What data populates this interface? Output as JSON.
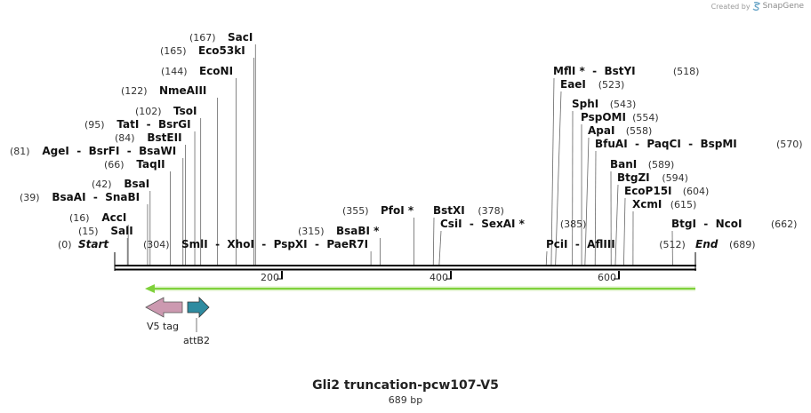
{
  "credit": {
    "text": "Created by",
    "brand": "SnapGene",
    "icon": "snapgene-logo-icon"
  },
  "title": "Gli2 truncation-pcw107-V5",
  "subtitle": "689 bp",
  "sequence": {
    "length": 689,
    "start_label": "Start",
    "start_pos": "(0)",
    "end_label": "End",
    "end_pos": "(689)"
  },
  "ruler_ticks": [
    "200",
    "400",
    "600"
  ],
  "colors": {
    "orf_arrow": "#7fd13b",
    "v5_tag": "#cc99b0",
    "attB2": "#2e8ba0",
    "backbone": "#000000"
  },
  "sites": [
    {
      "pos": "(15)",
      "names": "SalI"
    },
    {
      "pos": "(16)",
      "names": "AccI"
    },
    {
      "pos": "(39)",
      "names": "BsaAI  -  SnaBI"
    },
    {
      "pos": "(42)",
      "names": "BsaI"
    },
    {
      "pos": "(66)",
      "names": "TaqII"
    },
    {
      "pos": "(81)",
      "names": "AgeI  -  BsrFI  -  BsaWI"
    },
    {
      "pos": "(84)",
      "names": "BstEII"
    },
    {
      "pos": "(95)",
      "names": "TatI  -  BsrGI"
    },
    {
      "pos": "(102)",
      "names": "TsoI"
    },
    {
      "pos": "(122)",
      "names": "NmeAIII"
    },
    {
      "pos": "(144)",
      "names": "EcoNI"
    },
    {
      "pos": "(165)",
      "names": "Eco53kI"
    },
    {
      "pos": "(167)",
      "names": "SacI"
    },
    {
      "pos": "(304)",
      "names": "SmlI  -  XhoI  -  PspXI  -  PaeR7I"
    },
    {
      "pos": "(315)",
      "names": "BsaBI *"
    },
    {
      "pos": "(355)",
      "names": "PfoI *"
    },
    {
      "pos": "(378)",
      "names": "BstXI"
    },
    {
      "pos": "(385)",
      "names": "CsiI  -  SexAI *"
    },
    {
      "pos": "(518)",
      "names": "MflI *  -  BstYI"
    },
    {
      "pos": "(523)",
      "names": "EaeI"
    },
    {
      "pos": "(543)",
      "names": "SphI"
    },
    {
      "pos": "(554)",
      "names": "PspOMI"
    },
    {
      "pos": "(558)",
      "names": "ApaI"
    },
    {
      "pos": "(570)",
      "names": "BfuAI  -  PaqCI  -  BspMI"
    },
    {
      "pos": "(589)",
      "names": "BanI"
    },
    {
      "pos": "(594)",
      "names": "BtgZI"
    },
    {
      "pos": "(604)",
      "names": "EcoP15I"
    },
    {
      "pos": "(615)",
      "names": "XcmI"
    },
    {
      "pos": "(512)",
      "names": "PciI  -  AflIII"
    },
    {
      "pos": "(662)",
      "names": "BtgI  -  NcoI"
    }
  ],
  "features": [
    {
      "name": "V5 tag",
      "direction": "reverse"
    },
    {
      "name": "attB2",
      "direction": "forward"
    }
  ]
}
